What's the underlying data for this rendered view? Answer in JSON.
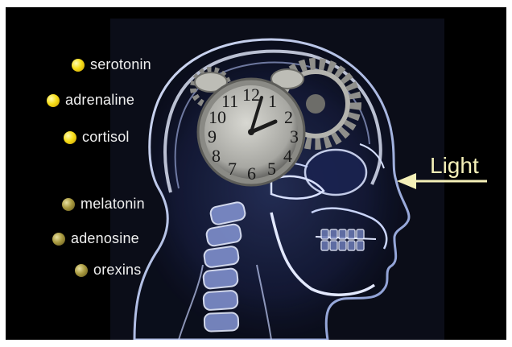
{
  "labels": {
    "wake": [
      "serotonin",
      "adrenaline",
      "cortisol"
    ],
    "sleep": [
      "melatonin",
      "adenosine",
      "orexins"
    ],
    "light": "Light"
  },
  "icons": [
    "clock-icon",
    "gear-icon",
    "arrow-left-icon"
  ],
  "colors": {
    "background": "#000000",
    "bright_dot": "#f7de1a",
    "dim_dot": "#a99a40",
    "light_arrow": "#f5f0b8",
    "xray": "#b9c8f2"
  },
  "clock": {
    "numerals": [
      "12",
      "1",
      "2",
      "3",
      "4",
      "5",
      "6",
      "7",
      "8",
      "9",
      "10",
      "11"
    ]
  }
}
